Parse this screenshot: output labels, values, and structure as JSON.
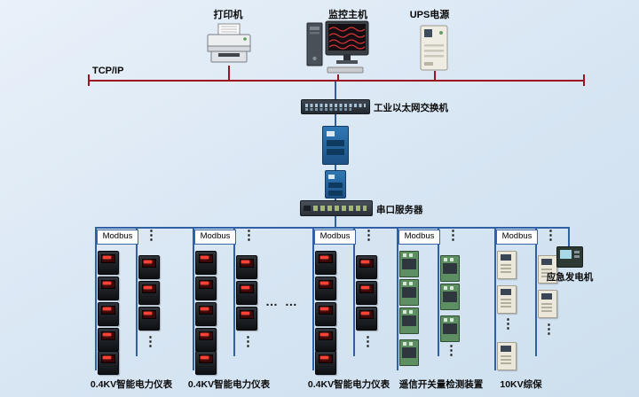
{
  "colors": {
    "bus": "#9b1420",
    "line": "#2f5fa5",
    "background": "#d7e5f3"
  },
  "network": {
    "tcpip": "TCP/IP"
  },
  "devices": {
    "printer": "打印机",
    "host": "监控主机",
    "ups": "UPS电源",
    "ethernet_switch": "工业以太网交换机",
    "serial_server": "串口服务器",
    "generator": "应急发电机"
  },
  "branches": [
    {
      "bus": "Modbus",
      "label": "0.4KV智能电力仪表"
    },
    {
      "bus": "Modbus",
      "label": "0.4KV智能电力仪表"
    },
    {
      "bus": "Modbus",
      "label": "0.4KV智能电力仪表"
    },
    {
      "bus": "Modbus",
      "label": "遥信开关量检测装置"
    },
    {
      "bus": "Modbus",
      "label": "10KV综保"
    }
  ],
  "dots": {
    "v": "⋮",
    "h": "…  …"
  }
}
